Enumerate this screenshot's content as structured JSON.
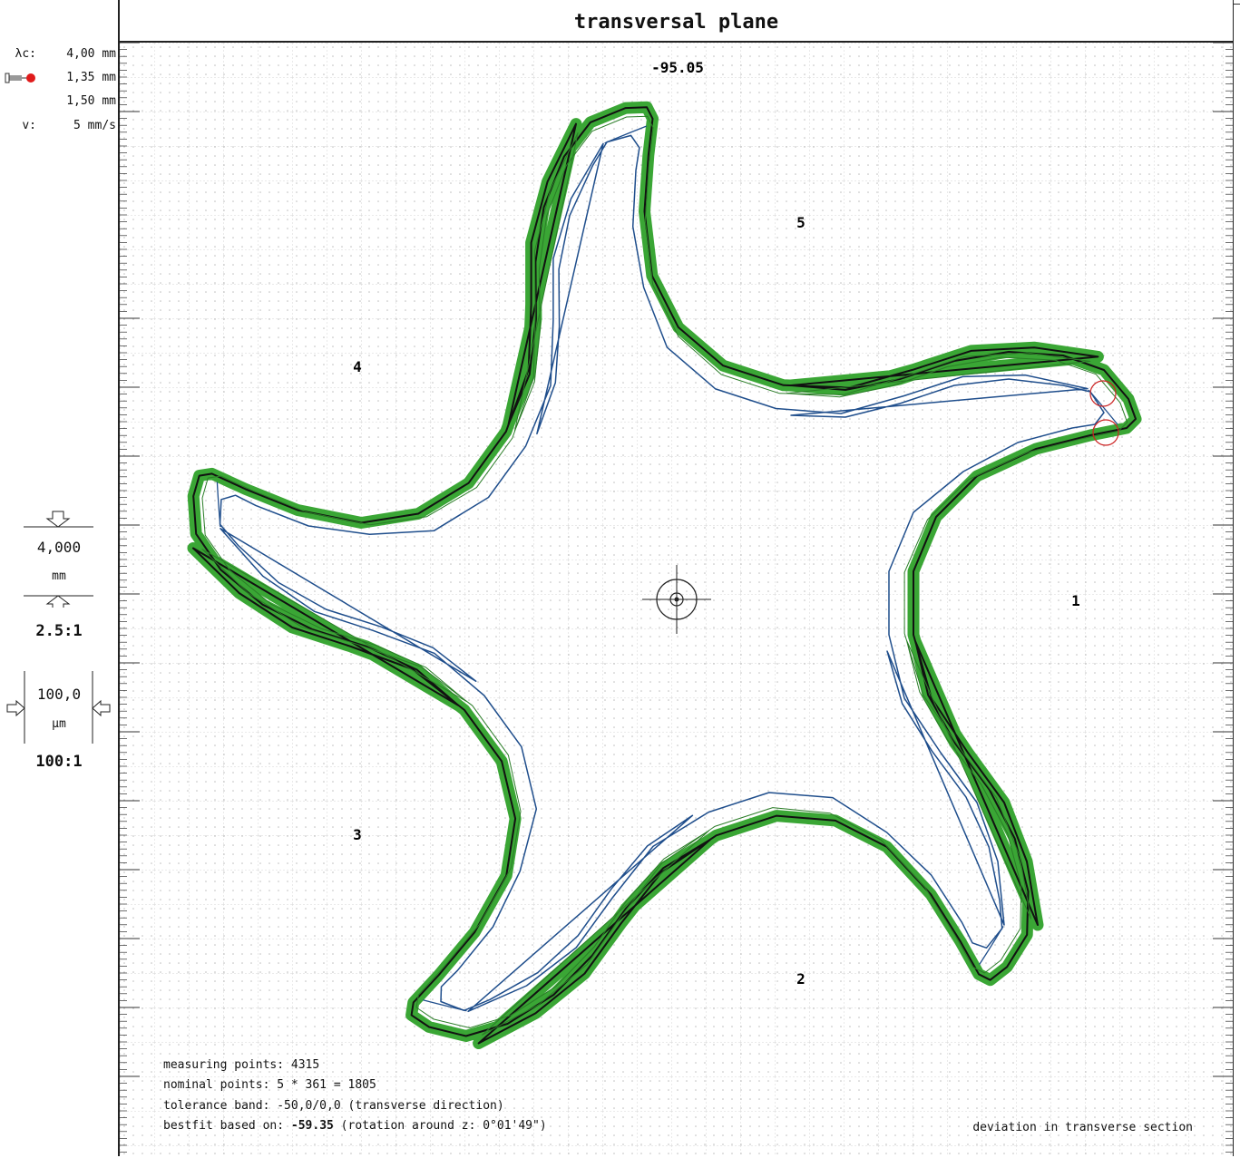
{
  "params": [
    {
      "label": "λc:",
      "value": "4,00 mm"
    },
    {
      "label": "",
      "value": "1,35 mm",
      "icon": "probe-icon"
    },
    {
      "label": "",
      "value": "1,50 mm"
    },
    {
      "label": "v:",
      "value": "5 mm/s"
    }
  ],
  "scale_length": {
    "value": "4,000",
    "unit": "mm",
    "ratio": "2.5:1"
  },
  "scale_deviation": {
    "value": "100,0",
    "unit": "µm",
    "ratio": "100:1"
  },
  "title": "transversal plane",
  "top_value": "-95.05",
  "lobe_labels": [
    "1",
    "2",
    "3",
    "4",
    "5"
  ],
  "info": {
    "measuring_points": "measuring points: 4315",
    "nominal_points": "nominal points: 5 * 361 = 1805",
    "tolerance_band": "tolerance band: -50,0/0,0 (transverse direction)",
    "bestfit_prefix": "bestfit based on: ",
    "bestfit_value": "-59.35",
    "bestfit_suffix": " (rotation around z: 0°01'49\")"
  },
  "footer_right": "deviation in transverse section",
  "colors": {
    "band": "#3aa635",
    "nominal": "#1f4e8c",
    "actual": "#1a1a1a",
    "marker": "#cc2222",
    "grid": "#c8c8c8"
  }
}
